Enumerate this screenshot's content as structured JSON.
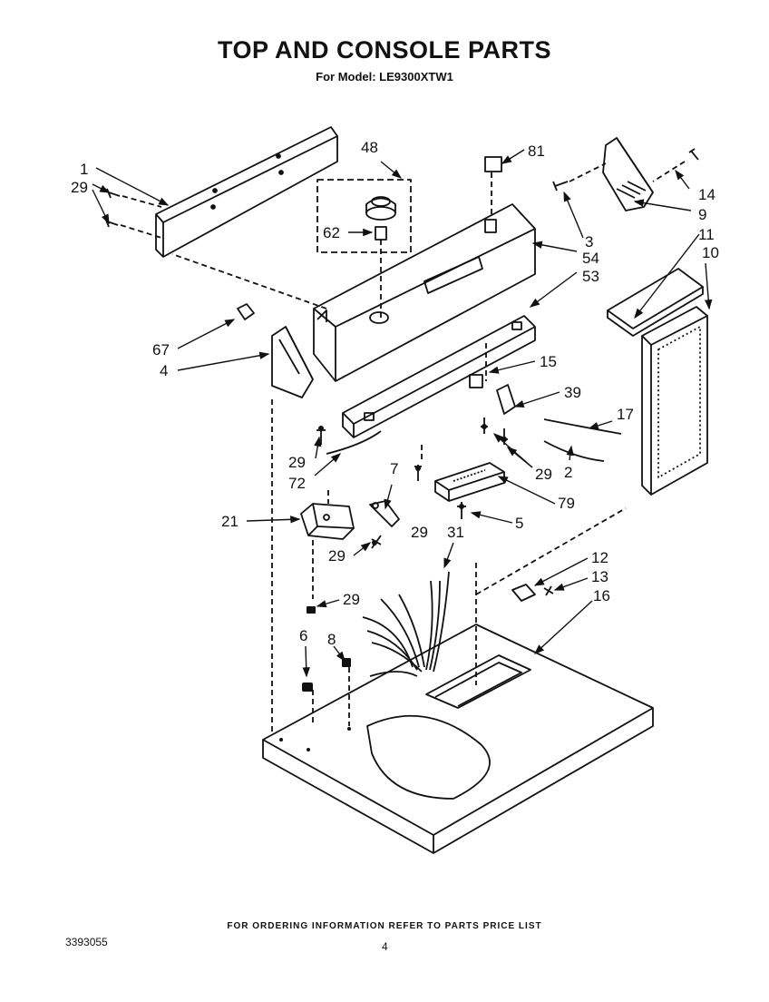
{
  "title": "TOP AND CONSOLE PARTS",
  "model_line": "For Model: LE9300XTW1",
  "footer_note": "FOR ORDERING INFORMATION REFER TO PARTS PRICE LIST",
  "doc_number": "3393055",
  "page_number": "4",
  "callouts": {
    "c1": "1",
    "c29a": "29",
    "c48": "48",
    "c81": "81",
    "c14": "14",
    "c9": "9",
    "c3": "3",
    "c54": "54",
    "c53": "53",
    "c11": "11",
    "c10": "10",
    "c62": "62",
    "c67": "67",
    "c4": "4",
    "c15": "15",
    "c39": "39",
    "c17": "17",
    "c29b": "29",
    "c72": "72",
    "c29c": "29",
    "c2": "2",
    "c7": "7",
    "c79": "79",
    "c21": "21",
    "c5": "5",
    "c29d": "29",
    "c31": "31",
    "c29e": "29",
    "c12": "12",
    "c13": "13",
    "c16": "16",
    "c29f": "29",
    "c6": "6",
    "c8": "8"
  }
}
